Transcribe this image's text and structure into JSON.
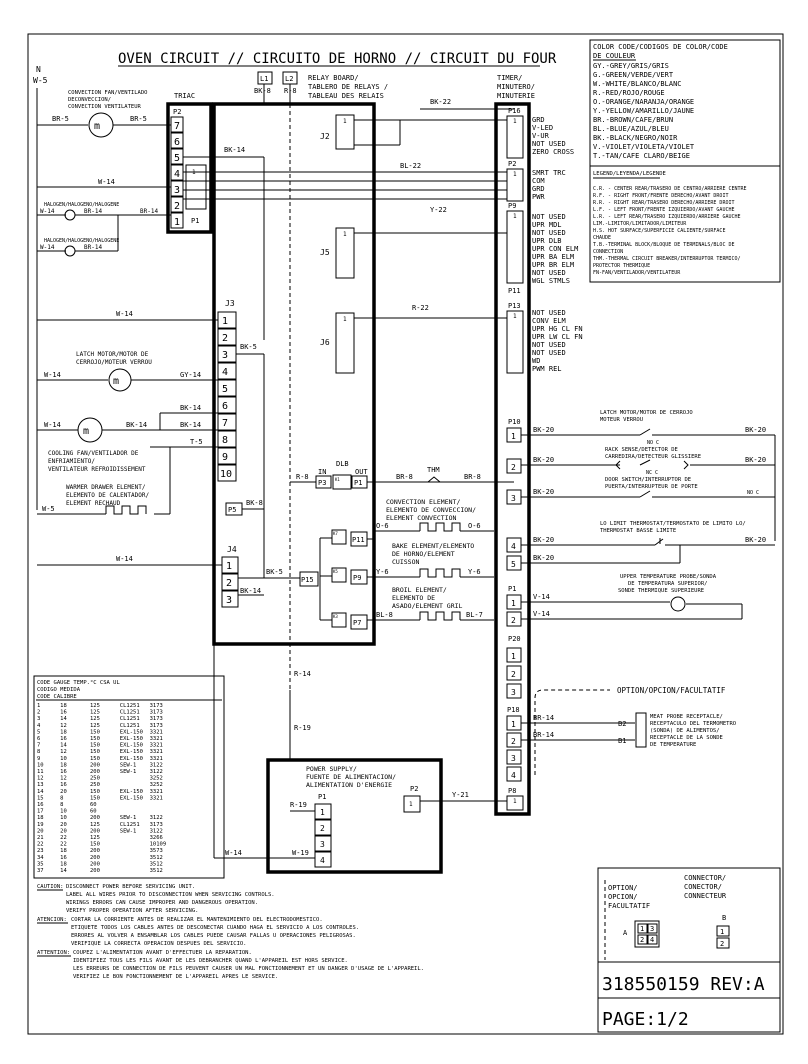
{
  "title": "OVEN CIRCUIT // CIRCUITO DE HORNO // CIRCUIT DU FOUR",
  "mains": {
    "n": "N",
    "w5": "W-5"
  },
  "relay_board": {
    "l1": "L1",
    "l2": "L2",
    "bk8": "BK-8",
    "r8": "R-8",
    "line1": "RELAY BOARD/",
    "line2": "TABLERO DE RELAYS /",
    "line3": "TABLEAU DES RELAIS"
  },
  "timer": {
    "line1": "TIMER/",
    "line2": "MINUTERO/",
    "line3": "MINUTERIE"
  },
  "triac": "TRIAC",
  "conv_fan": {
    "line1": "CONVECTION FAN/VENTILADO",
    "line2": "DECONVECCION/",
    "line3": "CONVECTION VENTILATEUR",
    "br5a": "BR-5",
    "br5b": "BR-5"
  },
  "halogen1": {
    "label": "HALOGEN/HALOGENO/HALOGENE",
    "w14": "W-14",
    "br14a": "BR-14",
    "br14b": "BR-14"
  },
  "halogen2": {
    "label": "HALOGEN/HALOGENO/HALOGENE",
    "w14": "W-14",
    "br14": "BR-14"
  },
  "w14_triac": "W-14",
  "p2": {
    "name": "P2",
    "pins": [
      "7",
      "6",
      "5",
      "4",
      "3",
      "2",
      "1"
    ]
  },
  "p1_triac": "P1",
  "pin1": "1",
  "bk14_j3": "BK-14",
  "j2": "J2",
  "j5": "J5",
  "j6": "J6",
  "j3": "J3",
  "j4": "J4",
  "bk22": "BK-22",
  "bl22": "BL-22",
  "y22": "Y-22",
  "r22": "R-22",
  "p16": {
    "name": "P16",
    "labels": [
      "GRD",
      "V-LED",
      "V-UR",
      "NOT USED",
      "ZERO CROSS"
    ]
  },
  "p2t": {
    "name": "P2",
    "labels": [
      "SMRT TRC",
      "COM",
      "GRD",
      "PWR"
    ]
  },
  "p9": {
    "name": "P9",
    "labels": [
      "NOT USED",
      "UPR MDL",
      "NOT USED",
      "UPR DLB",
      "UPR CON ELM",
      "UPR BA ELM",
      "UPR BR ELM",
      "NOT USED",
      "WGL STMLS"
    ]
  },
  "p11": "P11",
  "p13": {
    "name": "P13",
    "labels": [
      "NOT USED",
      "CONV ELM",
      "UPR HG CL FN",
      "UPR LW CL FN",
      "NOT USED",
      "NOT USED",
      "WD",
      "PWM REL"
    ]
  },
  "w14_j3": "W-14",
  "j3pins": [
    "1",
    "2",
    "3",
    "4",
    "5",
    "6",
    "7",
    "8",
    "9",
    "10"
  ],
  "bk5a": "BK-5",
  "latch_left": {
    "line1": "LATCH MOTOR/MOTOR DE",
    "line2": "CERROJO/MOTEUR VERROU",
    "w14": "W-14",
    "gy14": "GY-14"
  },
  "cool_fan": {
    "line1": "COOLING FAN/VENTILADOR DE",
    "line2": "ENFRIAMIENTO/",
    "line3": "VENTILATEUR REFROIDISSEMENT",
    "w14": "W-14",
    "bk14a": "BK-14",
    "bk14b": "BK-14",
    "bk14c": "BK-14",
    "t5": "T-5"
  },
  "warmer": {
    "line1": "WARMER DRAWER ELEMENT/",
    "line2": "ELEMENTO DE CALENTADOR/",
    "line3": "ELEMENT RECHAUD",
    "w5": "W-5"
  },
  "p5": "P5",
  "bk8b": "BK-8",
  "w14_j4": "W-14",
  "j4pins": [
    "1",
    "2",
    "3"
  ],
  "bk5b": "BK-5",
  "bk14d": "BK-14",
  "dlb": {
    "label": "DLB",
    "in": "IN",
    "out": "OUT",
    "p3": "P3",
    "p1": "P1",
    "r8": "R-8",
    "br8": "BR-8",
    "br8b": "BR-8",
    "k1": "K1",
    "thm": "THM"
  },
  "conv_elm": {
    "line1": "CONVECTION ELEMENT/",
    "line2": "ELEMENTO DE CONVECCION/",
    "line3": "ELEMENT CONVECTION",
    "o6a": "O-6",
    "o6b": "O-6"
  },
  "bake": {
    "line1": "BAKE ELEMENT/ELEMENTO",
    "line2": "DE HORNO/ELEMENT",
    "line3": "CUISSON",
    "y6a": "Y-6",
    "y6b": "Y-6"
  },
  "broil": {
    "line1": "BROIL ELEMENT/",
    "line2": "ELEMENTO DE",
    "line3": "ASADO/ELEMENT GRIL",
    "bl8": "BL-8",
    "bl7": "BL-7"
  },
  "relays": {
    "k7": "K7",
    "k5": "K5",
    "k3": "K3",
    "p11": "P11",
    "p9": "P9",
    "p7": "P7",
    "p15": "P15"
  },
  "p10": {
    "name": "P10",
    "pins": [
      "1",
      "2",
      "3",
      "4",
      "5"
    ],
    "bk20": "BK-20"
  },
  "latch_right": {
    "line1": "LATCH MOTOR/MOTOR DE CERROJO",
    "line2": "MOTEUR VERROU",
    "bk20": "BK-20",
    "nocLabel": "NO C"
  },
  "rack": {
    "line1": "RACK SENSE/DETECTOR DE",
    "line2": "CARREDIRA/DETECTEUR GLISSIERE",
    "nc": "NC C"
  },
  "door": {
    "line1": "DOOR SWITCH/INTERRUPTOR DE",
    "line2": "PUERTA/INTERRUPTEUR DE PORTE",
    "no": "NO C"
  },
  "lolimit": {
    "line1": "LO LIMIT THERMOSTAT/TERMOSTATO DE LIMITO LO/",
    "line2": "THERMOSTAT BASSE LIMITE"
  },
  "probe": {
    "line1": "UPPER TEMPERATURE PROBE/SONDA",
    "line2": "DE TEMPERATURA SUPERIOR/",
    "line3": "SONDE THERMIQUE SUPERIEURE",
    "v14": "V-14"
  },
  "p1r": {
    "name": "P1",
    "pins": [
      "1",
      "2"
    ]
  },
  "p20": {
    "name": "P20",
    "pins": [
      "1",
      "2",
      "3"
    ]
  },
  "optional": "OPTION/OPCION/FACULTATIF",
  "p18": {
    "name": "P18",
    "pins": [
      "1",
      "2",
      "3",
      "4"
    ],
    "br14": "BR-14",
    "b2": "B2",
    "b1": "B1"
  },
  "meat": {
    "line1": "MEAT PROBE RECEPTACLE/",
    "line2": "RECEPTACULO DEL TERMOMETRO",
    "line3": "(SONDA) DE ALIMENTOS/",
    "line4": "RECEPTACLE DE LA SONDE",
    "line5": "DE TEMPERATURE"
  },
  "r14": "R-14",
  "r19": "R-19",
  "power": {
    "line1": "POWER SUPPLY/",
    "line2": "FUENTE DE ALIMENTACION/",
    "line3": "ALIMENTATION D'ENERGIE",
    "p1": "P1",
    "pins": [
      "1",
      "2",
      "3",
      "4"
    ],
    "r19": "R-19",
    "w19": "W-19",
    "p2": "P2",
    "y21": "Y-21",
    "w14": "W-14"
  },
  "p8": "P8",
  "color_code": {
    "title1": "COLOR CODE/CODIGOS DE COLOR/CODE",
    "title2": "DE COULEUR",
    "lines": [
      "GY.-GREY/GRIS/GRIS",
      "G.-GREEN/VERDE/VERT",
      "W.-WHITE/BLANCO/BLANC",
      "R.-RED/ROJO/ROUGE",
      "O.-ORANGE/NARANJA/ORANGE",
      "Y.-YELLOW/AMARILLO/JAUNE",
      "BR.-BROWN/CAFE/BRUN",
      "BL.-BLUE/AZUL/BLEU",
      "BK.-BLACK/NEGRO/NOIR",
      "V.-VIOLET/VIOLETA/VIOLET",
      "T.-TAN/CAFE CLARO/BEIGE"
    ]
  },
  "legend": {
    "title": "LEGEND/LEYENDA/LEGENDE",
    "lines": [
      "C.R. - CENTER REAR/TRASERO DE CENTRO/ARRIERE CENTRE",
      "R.F. - RIGHT FRONT/FRENTE DERECHO/AVANT DROIT",
      "R.R. - RIGHT REAR/TRASERO DERECHO/ARRIERE DROIT",
      "L.F. - LEFT FRONT/FRENTE IZQUIERDO/AVANT GAUCHE",
      "L.R. - LEFT REAR/TRASERO IZQUIERDO/ARRIERE GAUCHE",
      "LIM.-LIMITOR/LIMITADOR/LIMITEUR",
      "H.S. HOT SURFACE/SUPERFICIE CALIENTE/SURFACE",
      "      CHAUDE",
      "T.B.-TERMINAL BLOCK/BLOQUE DE TERMINALS/BLOC DE",
      "      CONNECTION",
      "THM.-THERMAL CIRCUIT BREAKER/INTERRUPTOR TERMICO/",
      "      PROTECTOR THERMIQUE",
      "FN-FAN/VENTILADOR/VENTILATEUR"
    ]
  },
  "gauge": {
    "header1": "CODE   GAUGE    TEMP.°C   CSA      UL",
    "header2": "CODIGO MEDIDA",
    "header3": "CODE   CALIBRE",
    "rows": [
      "1      18       125      CL1251   3173",
      "2      16       125      CL1251   3173",
      "3      14       125      CL1251   3173",
      "4      12       125      CL1251   3173",
      "5      18       150      EXL-150  3321",
      "6      16       150      EXL-150  3321",
      "7      14       150      EXL-150  3321",
      "8      12       150      EXL-150  3321",
      "9      10       150      EXL-150  3321",
      "10     18       200      SEW-1    3122",
      "11     16       200      SEW-1    3122",
      "12     12       250               3252",
      "13     16       250               3252",
      "14     20       150      EXL-150  3321",
      "15     8        150      EXL-150  3321",
      "16     8        60",
      "17     10       60",
      "18     10       200      SEW-1    3122",
      "19     20       125      CL1251   3173",
      "20     20       200      SEW-1    3122",
      "21     22       125               3266",
      "22     22       150               10109",
      "23     18       200               3573",
      "34     16       200               3512",
      "35     18       200               3512",
      "37     14       200               3512"
    ]
  },
  "caution": {
    "label": "CAUTION:",
    "lines": [
      "DISCONNECT POWER BEFORE SERVICING UNIT.",
      "LABEL ALL WIRES PRIOR TO DISCONNECTION WHEN SERVICING CONTROLS.",
      "WIRINGS ERRORS CAN CAUSE IMPROPER AND DANGEROUS OPERATION.",
      "VERIFY PROPER OPERATION AFTER SERVICING."
    ]
  },
  "atencion": {
    "label": "ATENCION:",
    "lines": [
      "CORTAR LA CORRIENTE ANTES DE REALIZAR EL MANTENIMIENTO DEL ELECTRODOMESTICO.",
      "ETIQUETE TODOS LOS CABLES ANTES DE DESCONECTAR CUANDO HAGA EL SERVICIO A LOS CONTROLES.",
      "ERRORES AL VOLVER A ENSAMBLAR LOS CABLES PUEDE CAUSAR FALLAS U OPERACIONES PELIGROSAS.",
      "VERIFIQUE LA CORRECTA OPERACION DESPUES DEL SERVICIO."
    ]
  },
  "attention": {
    "label": "ATTENTION:",
    "lines": [
      "COUPEZ L'ALIMENTATION AVANT D'EFFECTUER LA REPARATION.",
      "IDENTIFIEZ TOUS LES FILS AVANT DE LES DEBRANCHER QUAND L'APPAREIL EST HORS SERVICE.",
      "LES ERREURS DE CONNECTION DE FILS PEUVENT CAUSER UN MAL FONCTIONNEMENT ET UN DANGER D'USAGE DE L'APPAREIL.",
      "VERIFIEZ LE BON FONCTIONNEMENT DE L'APPAREIL APRES LE SERVICE."
    ]
  },
  "connector_legend": {
    "option1": "OPTION/",
    "option2": "OPCION/",
    "option3": "FACULTATIF",
    "conn1": "CONNECTOR/",
    "conn2": "CONECTOR/",
    "conn3": "CONNECTEUR",
    "a": "A",
    "b": "B",
    "cells": [
      "1",
      "3",
      "2",
      "4"
    ],
    "bcells": [
      "1",
      "2"
    ]
  },
  "part_number": "318550159 REV:A",
  "page": "PAGE:1/2"
}
